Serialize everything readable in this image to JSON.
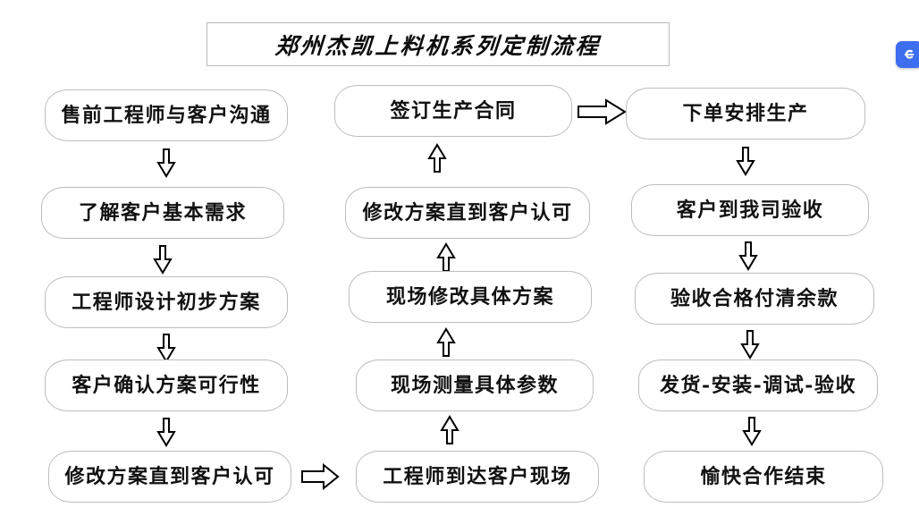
{
  "page": {
    "title": "郑州杰凯上料机系列定制流程",
    "background_color": "#ffffff",
    "box_border_color": "#bdbdbd",
    "text_color": "#111111",
    "arrow_fill_color": "#ffffff",
    "arrow_stroke_color": "#000000"
  },
  "columns": [
    {
      "id": "column-1",
      "flow_direction": "top-to-bottom",
      "nodes": [
        {
          "label": "售前工程师与客户沟通"
        },
        {
          "label": "了解客户基本需求"
        },
        {
          "label": "工程师设计初步方案"
        },
        {
          "label": "客户确认方案可行性"
        },
        {
          "label": "修改方案直到客户认可"
        }
      ]
    },
    {
      "id": "column-2",
      "flow_direction": "bottom-to-top",
      "nodes": [
        {
          "label": "签订生产合同"
        },
        {
          "label": "修改方案直到客户认可"
        },
        {
          "label": "现场修改具体方案"
        },
        {
          "label": "现场测量具体参数"
        },
        {
          "label": "工程师到达客户现场"
        }
      ]
    },
    {
      "id": "column-3",
      "flow_direction": "top-to-bottom",
      "nodes": [
        {
          "label": "下单安排生产"
        },
        {
          "label": "客户到我司验收"
        },
        {
          "label": "验收合格付清余款"
        },
        {
          "label": "发货-安装-调试-验收"
        },
        {
          "label": "愉快合作结束"
        }
      ]
    }
  ],
  "connectors": {
    "column1_internal": "arrow-down",
    "column2_internal": "arrow-up",
    "column3_internal": "arrow-down",
    "column1_to_column2": "arrow-right",
    "column2_to_column3": "arrow-right"
  },
  "badge": {
    "name": "sogou-browser-badge",
    "glyph": "S",
    "color": "#3d6ef0"
  }
}
